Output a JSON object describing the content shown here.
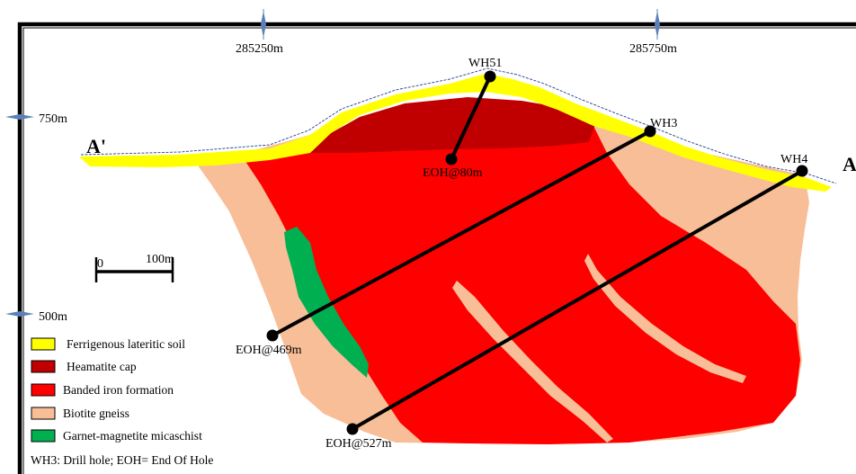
{
  "section": {
    "start_label": "A'",
    "end_label": "A"
  },
  "coordinates": {
    "easting": [
      "285250m",
      "285750m"
    ],
    "elevation": [
      "750m",
      "500m"
    ]
  },
  "scale_bar": {
    "zero_label": "0",
    "end_label": "100m"
  },
  "drill_holes": [
    {
      "name": "WH51",
      "eoh_label": "EOH@80m"
    },
    {
      "name": "WH3",
      "eoh_label": "EOH@469m"
    },
    {
      "name": "WH4",
      "eoh_label": "EOH@527m"
    }
  ],
  "legend": {
    "items": [
      {
        "label": "Ferrigenous lateritic soil",
        "color": "#ffff00"
      },
      {
        "label": "Heamatite cap",
        "color": "#c00000"
      },
      {
        "label": "Banded iron formation",
        "color": "#ff0000"
      },
      {
        "label": "Biotite gneiss",
        "color": "#f7be97"
      },
      {
        "label": "Garnet-magnetite micaschist",
        "color": "#00b050"
      }
    ],
    "note": "WH3: Drill hole; EOH= End Of Hole"
  },
  "colors": {
    "frame": "#000000",
    "tick_marker": "#5b80b8",
    "topo_line": "#1f3f8f",
    "drill_line": "#000000"
  }
}
